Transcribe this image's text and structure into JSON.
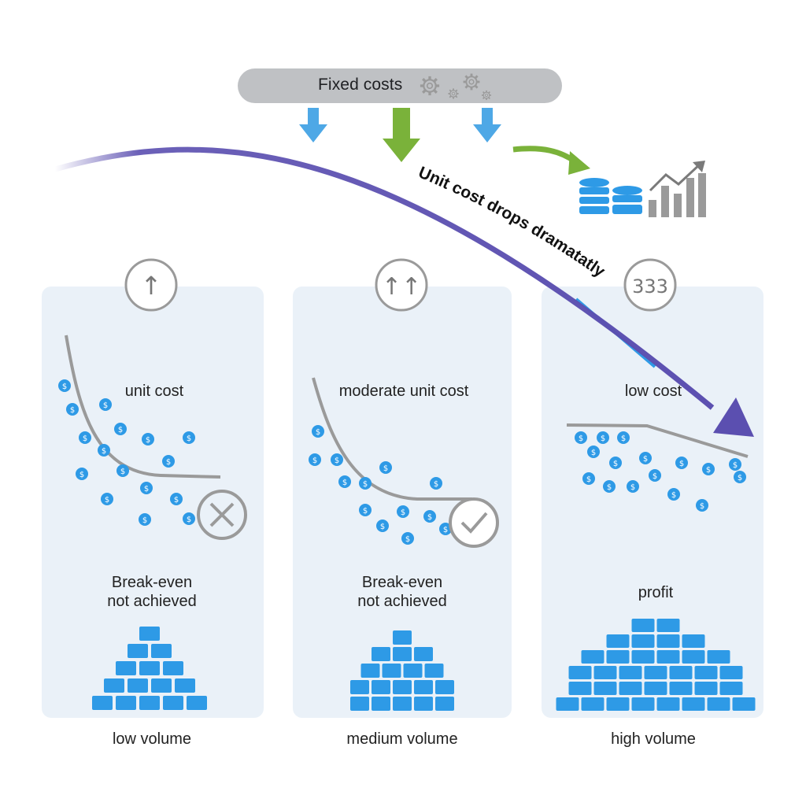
{
  "header": {
    "fixed_costs_label": "Fixed costs",
    "arc_label": "Unit cost drops dramatatly"
  },
  "panels": [
    {
      "badge": "↑",
      "curve_label": "unit cost",
      "status_line1": "Break-even",
      "status_line2": "not achieved",
      "status_icon": "x-icon",
      "volume_label": "low volume"
    },
    {
      "badge": "↑↑",
      "curve_label": "moderate unit cost",
      "status_line1": "Break-even",
      "status_line2": "not achieved",
      "status_icon": "check-icon",
      "volume_label": "medium volume"
    },
    {
      "badge": "333",
      "curve_label": "low cost",
      "status_line1": "profit",
      "volume_label": "high volume"
    }
  ],
  "colors": {
    "purple_arrow": "#5b4fb0",
    "green_arrow": "#7ab23a",
    "blue": "#2e9ae6",
    "gray": "#9a9a9a",
    "panel_bg": "#eaf1f8"
  }
}
